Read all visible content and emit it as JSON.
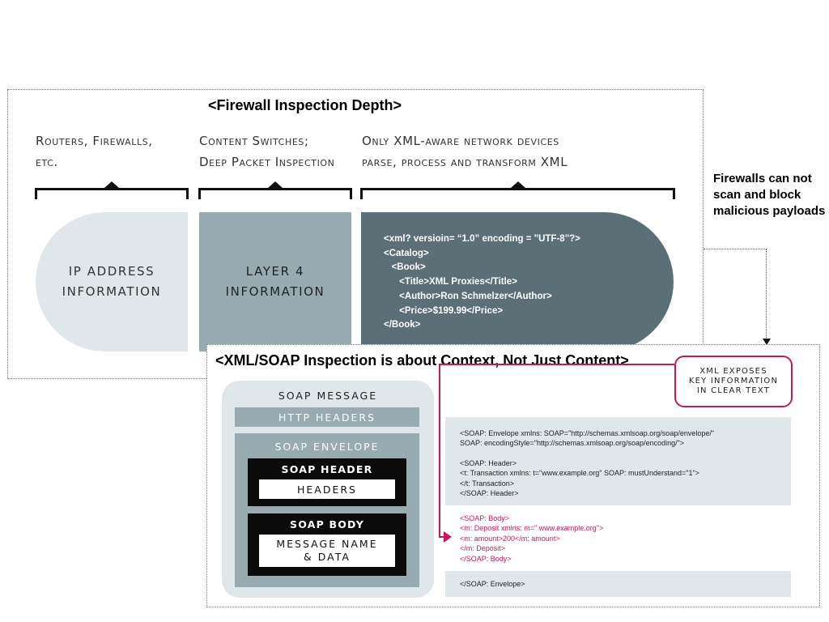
{
  "top": {
    "title": "<Firewall Inspection Depth>",
    "columns": [
      {
        "heading_line1": "Routers, Firewalls,",
        "heading_line2": "etc.",
        "label_line1": "IP ADDRESS",
        "label_line2": "INFORMATION"
      },
      {
        "heading_line1": "Content Switches;",
        "heading_line2": "Deep Packet Inspection",
        "label_line1": "LAYER 4",
        "label_line2": "INFORMATION"
      },
      {
        "heading_line1": "Only XML-aware network devices",
        "heading_line2": "parse, process and transform XML"
      }
    ],
    "xml_code": "<xml? versioin= “1.0” encoding = \"UTF-8\"?>\n<Catalog>\n   <Book>\n      <Title>XML Proxies</Title>\n      <Author>Ron Schmelzer</Author>\n      <Price>$199.99</Price>\n</Book>"
  },
  "side_note": "Firewalls can not scan and block malicious payloads",
  "bottom": {
    "title": "<XML/SOAP Inspection is about Context, Not Just Content>",
    "soap_message": "SOAP MESSAGE",
    "http_headers": "HTTP HEADERS",
    "soap_envelope": "SOAP ENVELOPE",
    "soap_header": "SOAP HEADER",
    "headers": "HEADERS",
    "soap_body": "SOAP BODY",
    "message_name_line1": "MESSAGE NAME",
    "message_name_line2": "& DATA",
    "badge": "XML EXPOSES\nKEY INFORMATION\nIN CLEAR TEXT",
    "code_envelope": "<SOAP: Envelope xmlns: SOAP=\"http://schemas.xmlsoap.org/soap/envelope/\"\nSOAP: encodingStyle=\"http://schemas.xmlsoap.org/soap/encoding/\">",
    "code_header": "<SOAP: Header>\n<t: Transaction xmlns: t=\"www.example.org\" SOAP: mustUnderstand=\"1\">\n</t: Transaction>\n</SOAP: Header>",
    "code_body": "<SOAP: Body>\n<m: Deposit xmlns: m=\" www.example.org\">\n<m: amount>200</m: amount>\n</m: Deposit>\n</SOAP: Body>",
    "code_end": "</SOAP: Envelope>"
  },
  "colors": {
    "light_band": "#dfe7ea",
    "mid_slate": "#97abb1",
    "dark_slate": "#5a7076",
    "highlight": "#c8175d"
  }
}
